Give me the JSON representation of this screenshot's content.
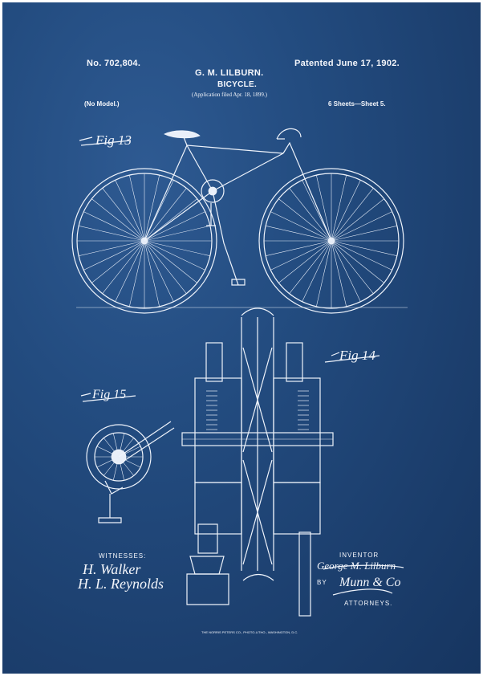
{
  "header": {
    "patent_number": "No. 702,804.",
    "inventor_name": "G. M. LILBURN.",
    "title": "BICYCLE.",
    "application": "(Application filed Apr. 18, 1899.)",
    "patented": "Patented June 17, 1902.",
    "model": "(No Model.)",
    "sheets": "6 Sheets—Sheet 5."
  },
  "figures": {
    "fig13": "Fig 13",
    "fig14": "Fig 14",
    "fig15": "Fig 15"
  },
  "footer": {
    "witnesses_label": "WITNESSES:",
    "inventor_label": "INVENTOR",
    "by_label": "BY",
    "attorneys_label": "ATTORNEYS.",
    "printer": "THE NORRIS PETERS CO., PHOTO-LITHO., WASHINGTON, D.C."
  },
  "signatures": {
    "witness1": "H. Walker",
    "witness2": "H. L. Reynolds",
    "inventor": "George M. Lilburn",
    "attorney": "Munn & Co"
  },
  "colors": {
    "blueprint": "#234c80",
    "ink": "#eef3fb"
  }
}
